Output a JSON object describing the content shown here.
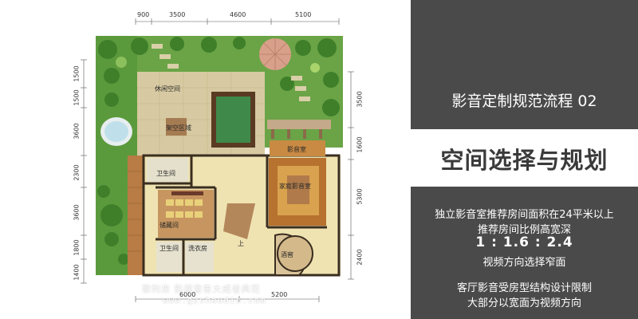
{
  "floorplan": {
    "dimensions_top": [
      "900",
      "3500",
      "4600",
      "5100"
    ],
    "dimensions_left": [
      "1500",
      "1500",
      "3600",
      "2300",
      "3600",
      "1800",
      "1400"
    ],
    "dimensions_right": [
      "3500",
      "1600",
      "5300",
      "2400"
    ],
    "dimensions_bottom": [
      "6000",
      "5200"
    ],
    "rooms": {
      "leisure": "休闲空间",
      "overhead": "架空区域",
      "wc1": "卫生间",
      "storage": "储藏间",
      "wc2": "卫生间",
      "laundry": "洗衣房",
      "av_room": "影音室",
      "bedroom": "家庭影音室",
      "up": "上",
      "wine": "酒窖"
    },
    "watermark": "歌利来 影视音售大成者典范",
    "watermark_url": "www.gzshaudio.com"
  },
  "panel": {
    "title_top": "影音定制规范流程 02",
    "title_main": "空间选择与规划",
    "desc1": "独立影音室推荐房间面积在24平米以上",
    "desc2": "推荐房间比例高宽深",
    "ratio": "1 : 1.6 : 2.4",
    "desc3": "视频方向选择窄面",
    "desc4": "客厅影音受房型结构设计限制",
    "desc5": "大部分以宽面为视频方向"
  },
  "colors": {
    "panel_bg": "#4a4a4a",
    "grass": "#5b9a3c",
    "floor_tile": "#e9dcaa",
    "wood": "#c08a4a"
  }
}
